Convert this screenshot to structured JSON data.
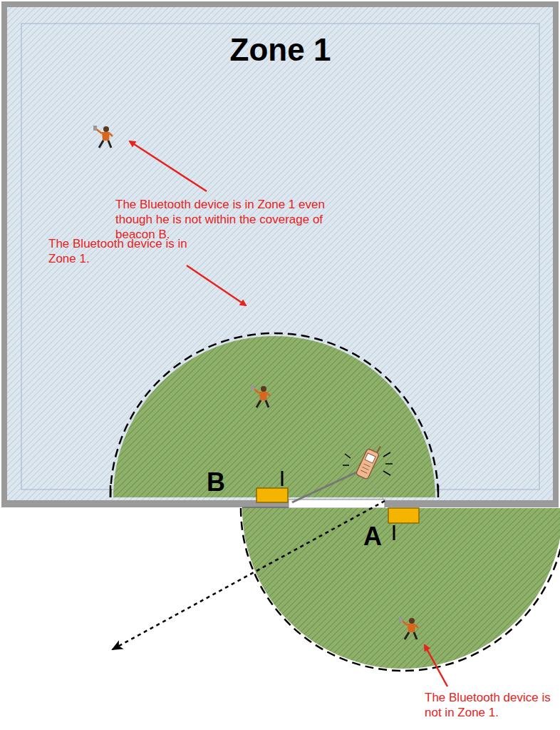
{
  "diagram": {
    "nodes": [
      {
        "text": [
          "Zone 1"
        ]
      }
    ],
    "labels": [
      "The Bluetooth device is in Zone 1 even though he is not within the coverage of beacon B.",
      "The Bluetooth device is in Zone 1.",
      "The Bluetooth device is not in Zone 1.",
      "B",
      "A"
    ]
  }
}
